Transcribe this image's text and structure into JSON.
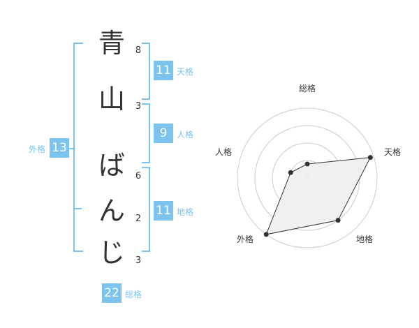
{
  "name_chars": [
    "青",
    "山",
    "ば",
    "ん",
    "じ"
  ],
  "strokes": [
    "8",
    "3",
    "6",
    "2",
    "3"
  ],
  "fortunes": {
    "tenkaku": {
      "value": "11",
      "label": "天格"
    },
    "jinkaku": {
      "value": "9",
      "label": "人格"
    },
    "chikaku": {
      "value": "11",
      "label": "地格"
    },
    "gaikaku": {
      "value": "13",
      "label": "外格"
    },
    "soukaku": {
      "value": "22",
      "label": "総格"
    }
  },
  "radar": {
    "axes": [
      "総格",
      "天格",
      "地格",
      "外格",
      "人格"
    ],
    "levels": 4,
    "values": [
      0.2,
      0.95,
      0.75,
      1.0,
      0.25
    ],
    "fill_color": "#eeeeee",
    "stroke_color": "#333333",
    "grid_color": "#cccccc"
  },
  "accent_color": "#7cc4ee"
}
